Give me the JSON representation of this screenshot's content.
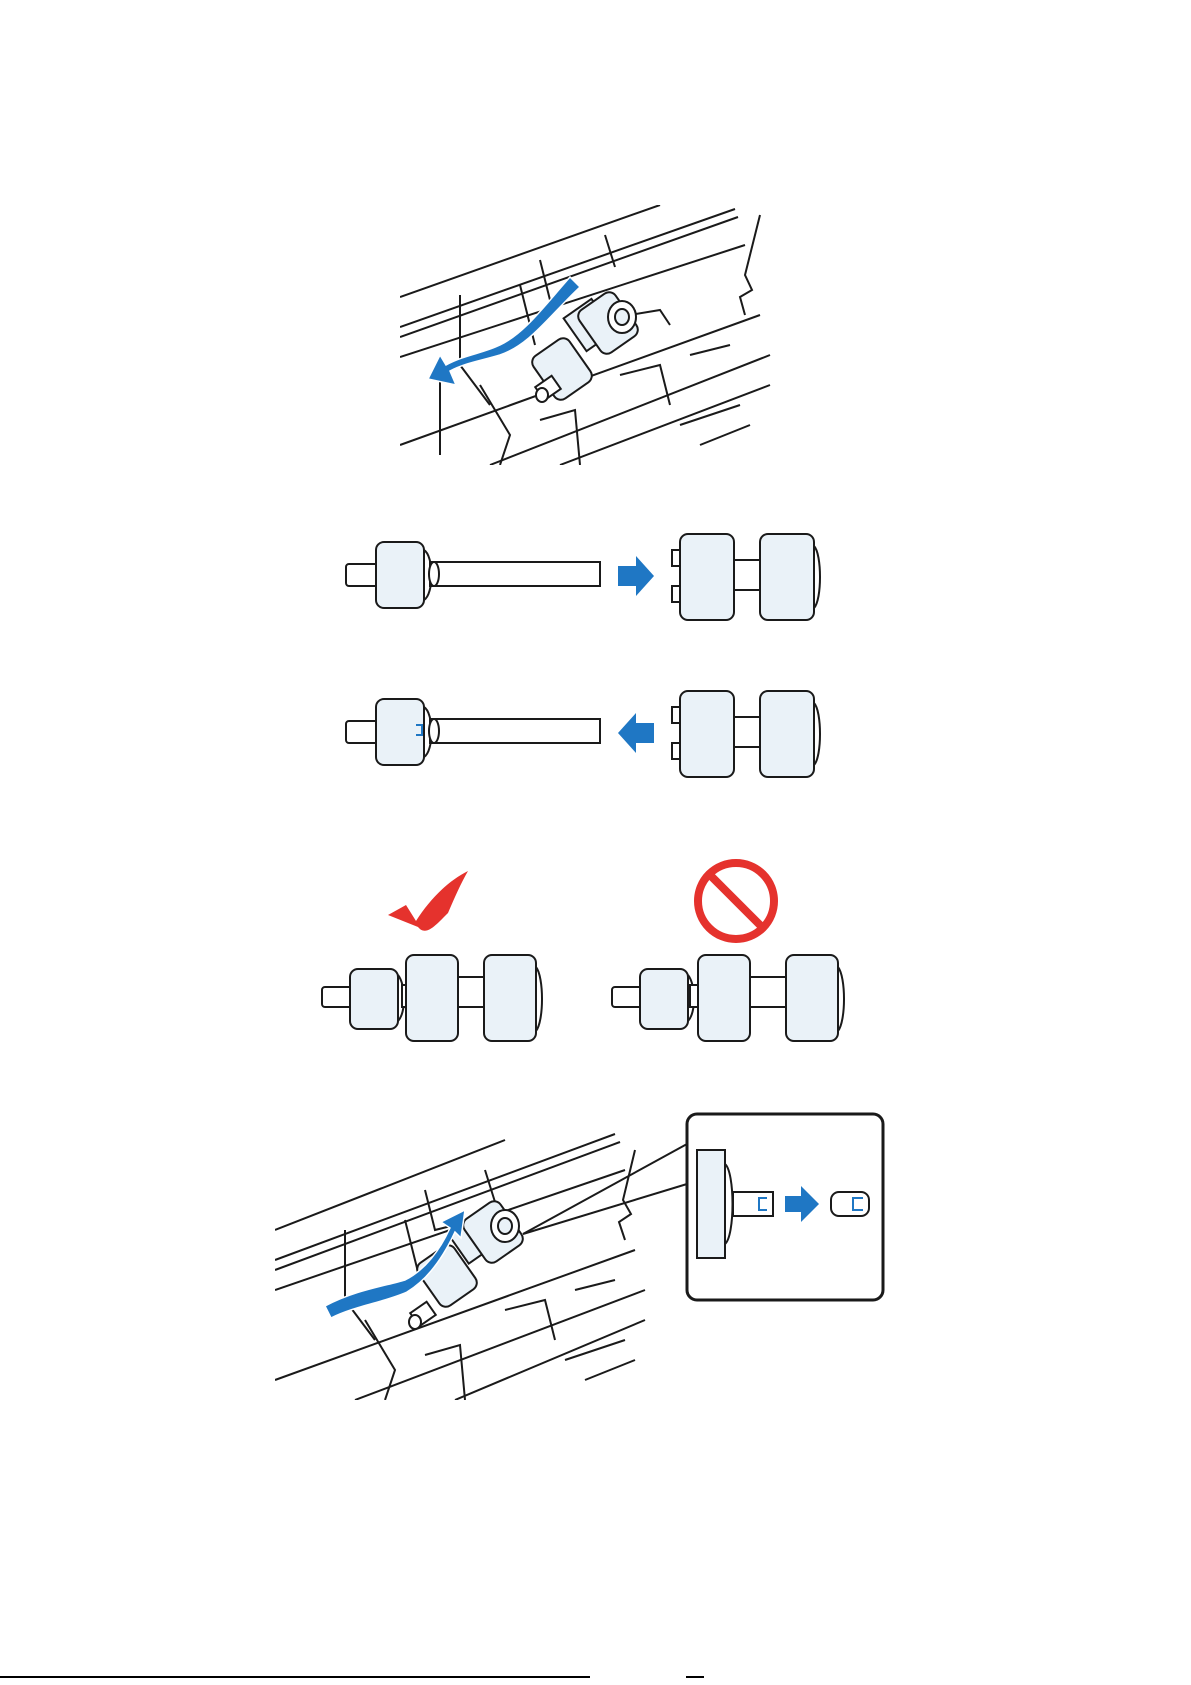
{
  "page": {
    "kind": "scanner-manual-illustration-page",
    "background": "#ffffff"
  },
  "colors": {
    "arrow_blue": "#1f77c4",
    "check_red": "#e5322d",
    "prohibit_red": "#e5322d",
    "roller_fill": "#eaf2f8",
    "line": "#1a1a1a"
  },
  "figures": [
    {
      "id": "remove-roller",
      "icons": [
        "scanner-interior-icon",
        "roller-assembly-icon",
        "curved-arrow-left-icon"
      ]
    },
    {
      "id": "separate-shaft",
      "icons": [
        "roller-shaft-icon",
        "arrow-right-icon",
        "roller-pair-icon"
      ]
    },
    {
      "id": "attach-shaft",
      "icons": [
        "roller-shaft-icon",
        "arrow-left-icon",
        "roller-pair-icon"
      ]
    },
    {
      "id": "correct-vs-incorrect",
      "icons": [
        "check-mark-icon",
        "prohibited-icon",
        "roller-assembly-icon"
      ]
    },
    {
      "id": "install-roller",
      "icons": [
        "scanner-interior-icon",
        "curved-arrow-right-icon",
        "magnified-detail-icon"
      ]
    }
  ]
}
